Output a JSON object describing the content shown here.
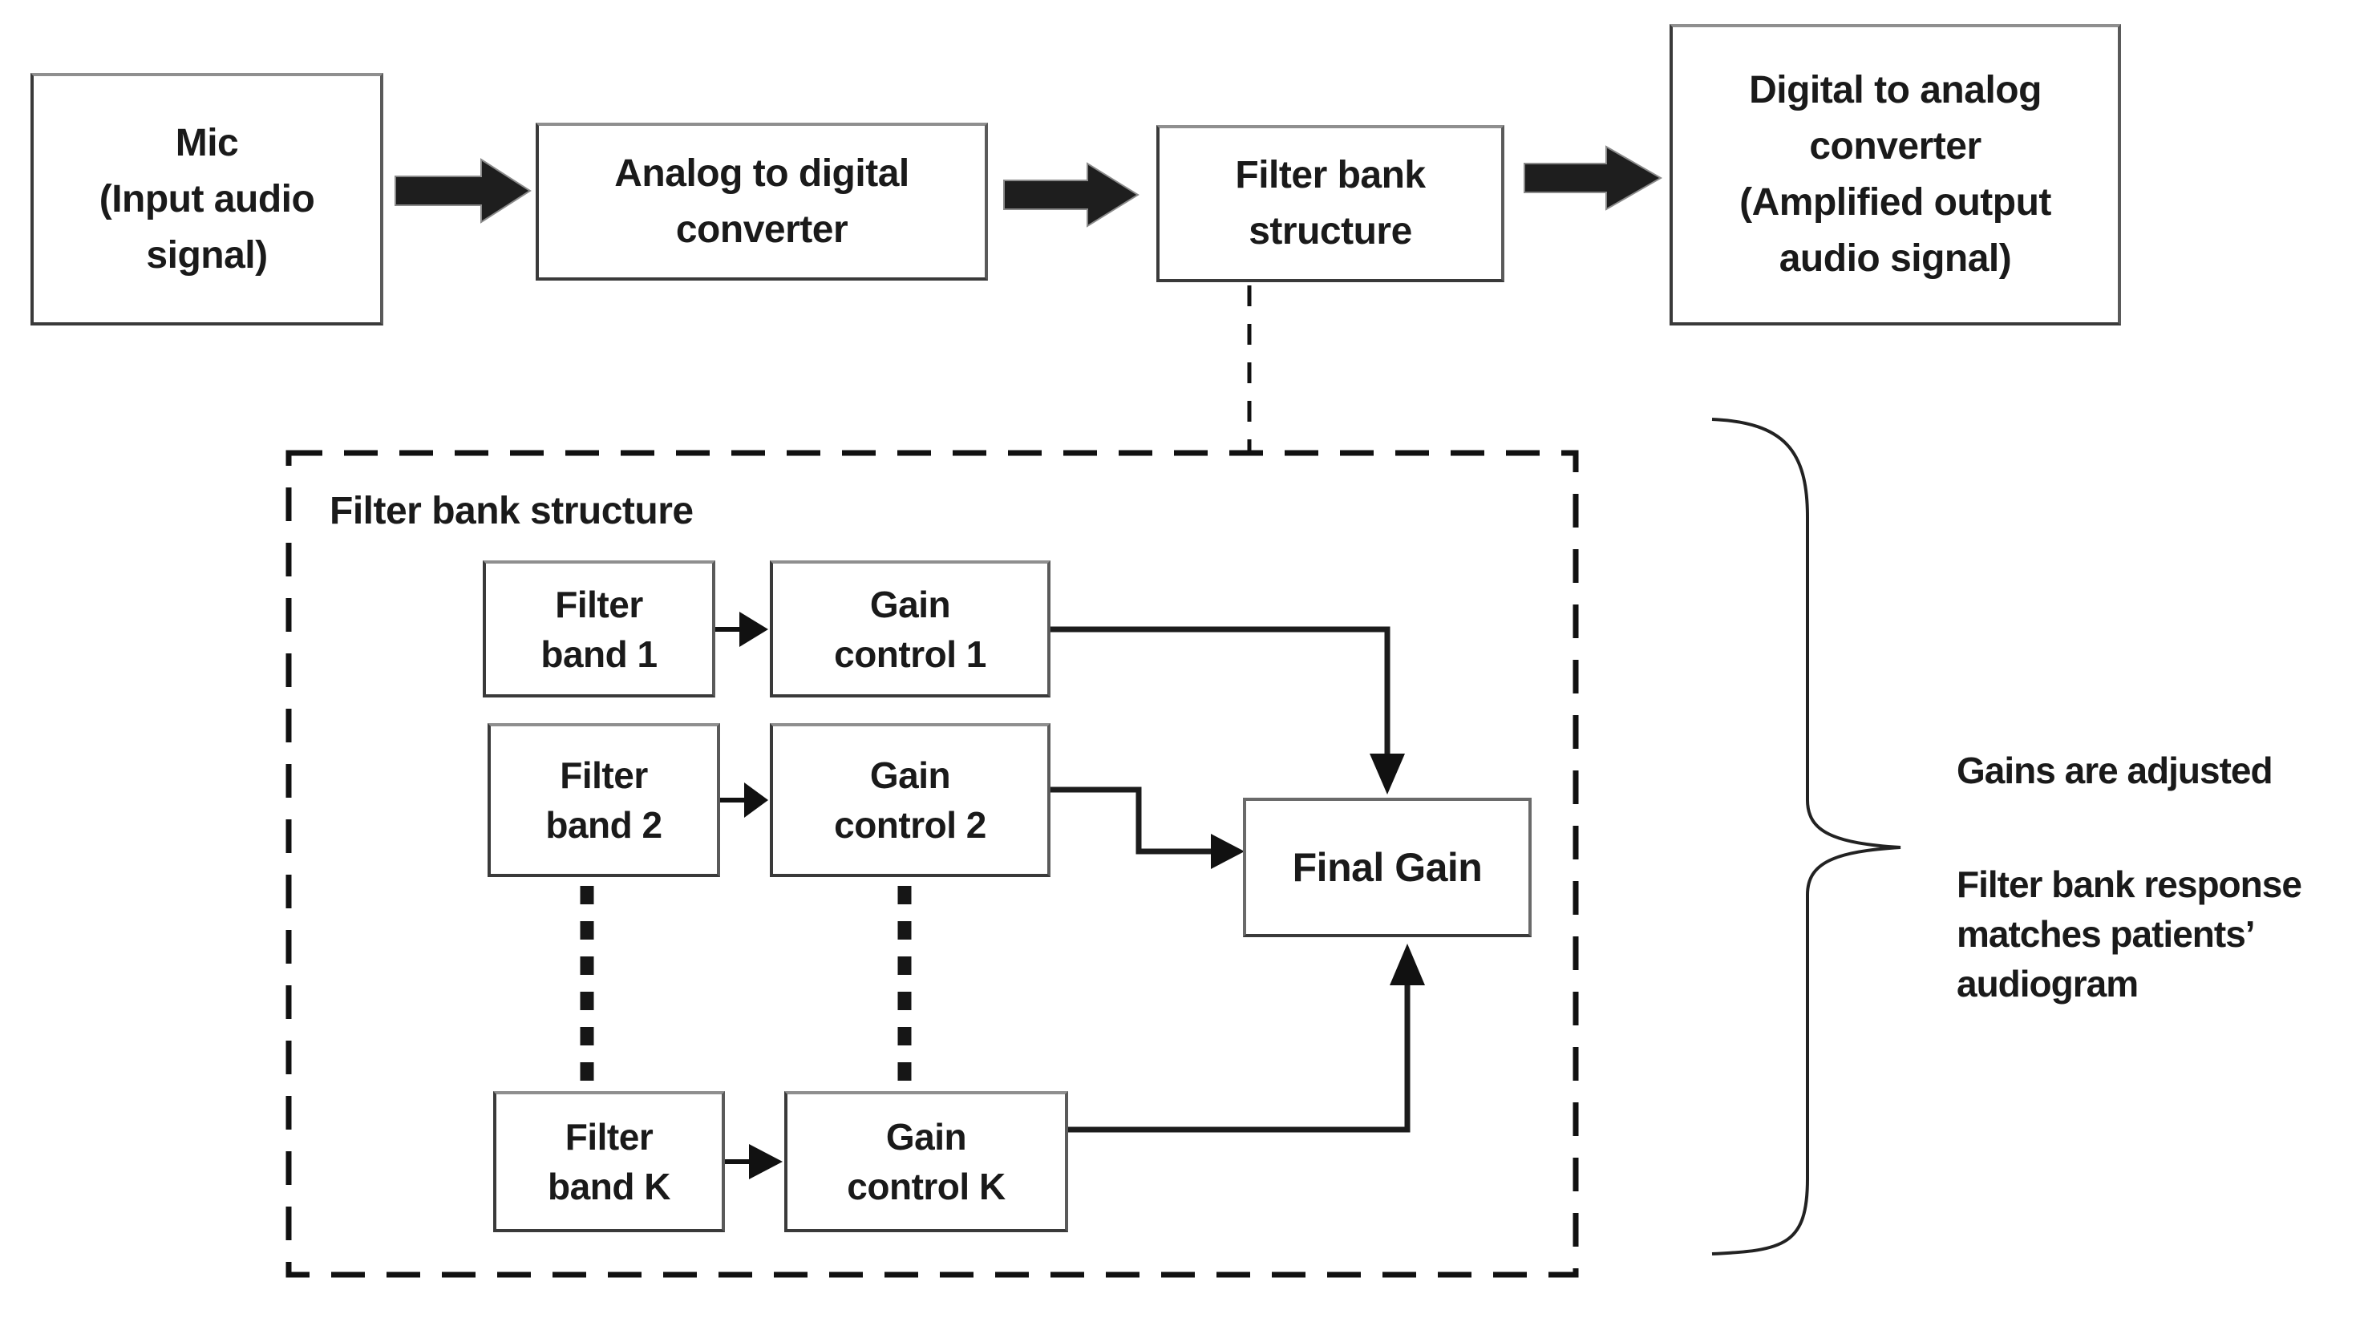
{
  "colors": {
    "background": "#ffffff",
    "ink": "#1a1a1a",
    "line": "#1c1c1c",
    "box_border": "#3a3a3a"
  },
  "pipeline": {
    "mic": {
      "lines": [
        "Mic",
        "(Input audio",
        "signal)"
      ]
    },
    "adc": {
      "lines": [
        "Analog to digital",
        "converter"
      ]
    },
    "filter_bank": {
      "lines": [
        "Filter bank",
        "structure"
      ]
    },
    "dac": {
      "lines": [
        "Digital to analog",
        "converter",
        "(Amplified output",
        "audio signal)"
      ]
    }
  },
  "filter_bank_detail": {
    "label": "Filter bank structure",
    "bands": [
      {
        "filter_lines": [
          "Filter",
          "band 1"
        ],
        "gain_lines": [
          "Gain",
          "control 1"
        ]
      },
      {
        "filter_lines": [
          "Filter",
          "band 2"
        ],
        "gain_lines": [
          "Gain",
          "control 2"
        ]
      },
      {
        "filter_lines": [
          "Filter",
          "band K"
        ],
        "gain_lines": [
          "Gain",
          "control K"
        ]
      }
    ],
    "final_gain_label": "Final Gain"
  },
  "annotation": {
    "para1": "Gains are adjusted",
    "para2_lines": [
      "Filter bank response",
      "matches patients’",
      "audiogram"
    ]
  }
}
